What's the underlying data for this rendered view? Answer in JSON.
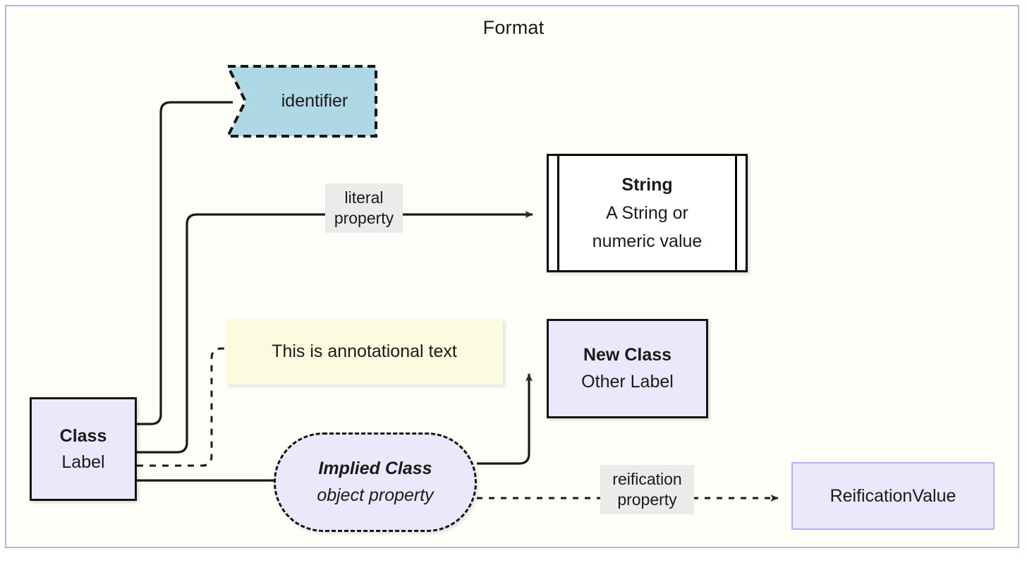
{
  "diagram": {
    "title": "Format",
    "frame_border_color": "#b3b3f0",
    "background_color": "#fffffa"
  },
  "nodes": [
    {
      "id": "class",
      "name": "Class",
      "title": "Class",
      "subtitle": "Label",
      "shape": "rectangle",
      "fill": "#e9e9fb",
      "stroke": "#141414"
    },
    {
      "id": "identifier",
      "name": "identifier",
      "title": "identifier",
      "shape": "tape",
      "fill": "#aed8e6",
      "stroke": "#141414",
      "stroke_style": "dashed"
    },
    {
      "id": "string",
      "name": "String",
      "title": "String",
      "subtitle_line1": "A String or",
      "subtitle_line2": "numeric value",
      "shape": "subroutine",
      "fill": "#ffffff",
      "stroke": "#000000"
    },
    {
      "id": "annotation",
      "name": "annotation-note",
      "text": "This is annotational text",
      "shape": "note",
      "fill": "#fbfbe0"
    },
    {
      "id": "newclass",
      "name": "New Class",
      "title": "New Class",
      "subtitle": "Other Label",
      "shape": "rectangle",
      "fill": "#e9e9fb",
      "stroke": "#141414"
    },
    {
      "id": "implied",
      "name": "Implied Class",
      "title": "Implied Class",
      "subtitle": "object property",
      "shape": "rounded-dashed",
      "fill": "#e9e9fb",
      "stroke": "#141414",
      "stroke_style": "dashed"
    },
    {
      "id": "reificationvalue",
      "name": "ReificationValue",
      "title": "ReificationValue",
      "shape": "rectangle",
      "fill": "#e9e9fb",
      "stroke": "#b3b3f0"
    }
  ],
  "edges": [
    {
      "id": "class-identifier",
      "from": "Class",
      "to": "identifier",
      "style": "solid",
      "arrow": "none",
      "label": ""
    },
    {
      "id": "class-string",
      "from": "Class",
      "to": "String",
      "style": "solid",
      "arrow": "filled-triangle",
      "label_line1": "literal",
      "label_line2": "property"
    },
    {
      "id": "class-annotation",
      "from": "Class",
      "to": "annotation-note",
      "style": "dashed",
      "arrow": "none",
      "label": ""
    },
    {
      "id": "class-implied",
      "from": "Class",
      "to": "Implied Class",
      "style": "solid",
      "arrow": "none",
      "label": ""
    },
    {
      "id": "implied-newclass",
      "from": "Implied Class",
      "to": "New Class",
      "style": "solid",
      "arrow": "filled-triangle",
      "label": ""
    },
    {
      "id": "implied-reificationvalue",
      "from": "Implied Class",
      "to": "ReificationValue",
      "style": "dotted",
      "arrow": "filled-triangle",
      "label_line1": "reification",
      "label_line2": "property"
    }
  ],
  "labels": {
    "literal_line1": "literal",
    "literal_line2": "property",
    "reification_line1": "reification",
    "reification_line2": "property"
  }
}
